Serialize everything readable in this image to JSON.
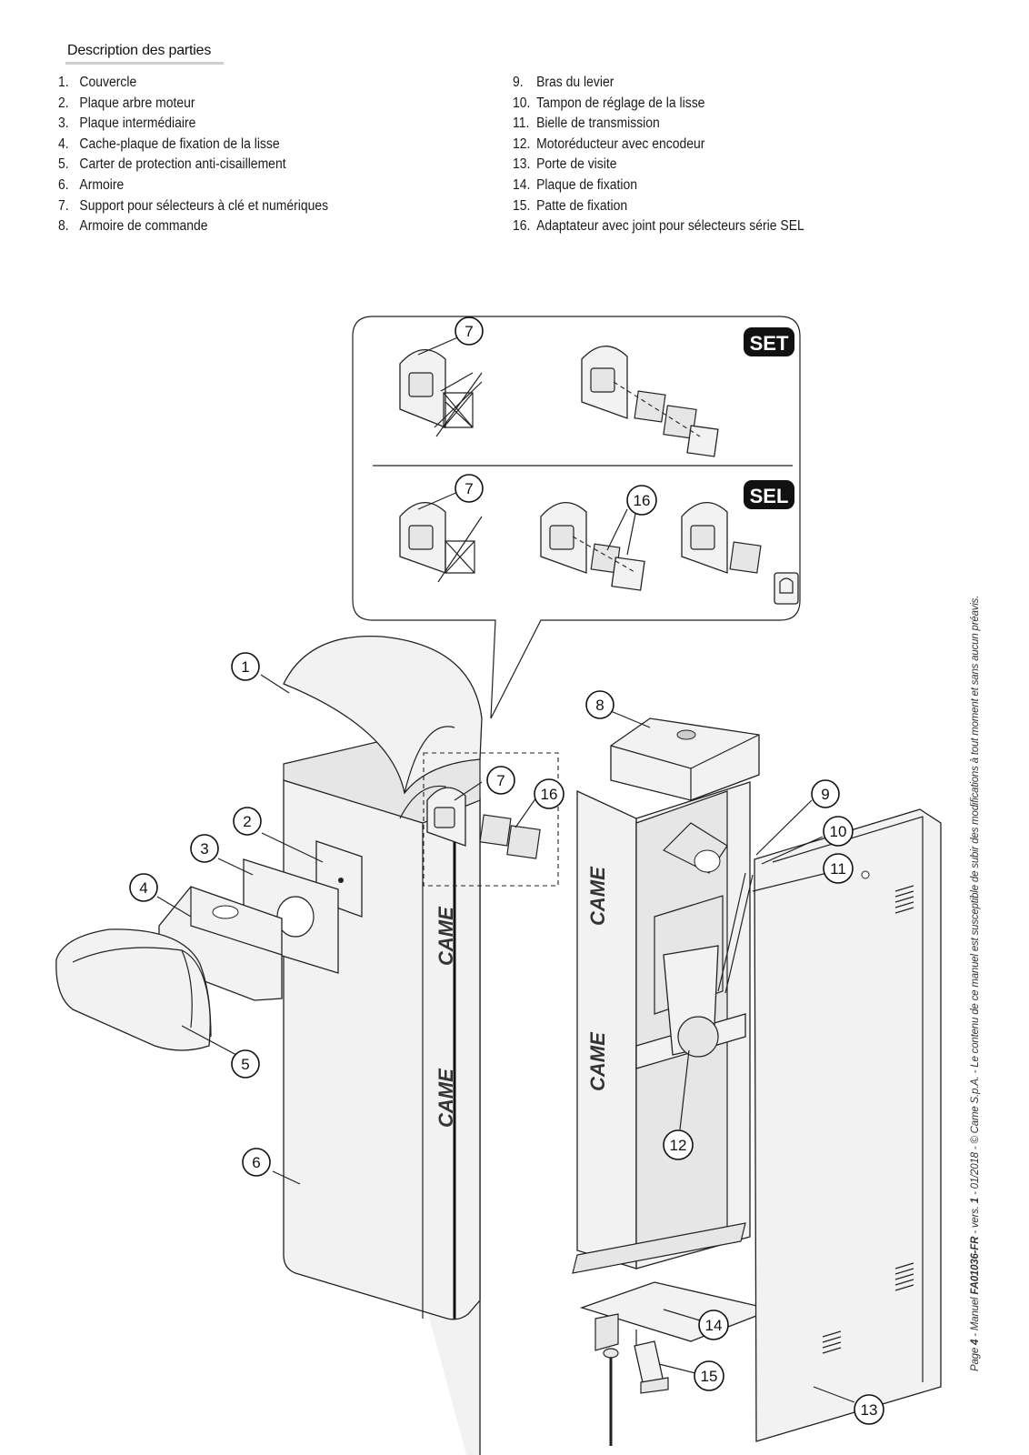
{
  "heading": "Description des parties",
  "parts_left": [
    {
      "num": "1.",
      "label": "Couvercle"
    },
    {
      "num": "2.",
      "label": "Plaque arbre moteur"
    },
    {
      "num": "3.",
      "label": "Plaque intermédiaire"
    },
    {
      "num": "4.",
      "label": "Cache-plaque de fixation de la lisse"
    },
    {
      "num": "5.",
      "label": "Carter de protection anti-cisaillement"
    },
    {
      "num": "6.",
      "label": "Armoire"
    },
    {
      "num": "7.",
      "label": "Support pour sélecteurs à clé et numériques"
    },
    {
      "num": "8.",
      "label": "Armoire de commande"
    }
  ],
  "parts_right": [
    {
      "num": "9.",
      "label": "Bras du levier"
    },
    {
      "num": "10.",
      "label": "Tampon de réglage de la lisse"
    },
    {
      "num": "11.",
      "label": "Bielle de transmission"
    },
    {
      "num": "12.",
      "label": "Motoréducteur avec encodeur"
    },
    {
      "num": "13.",
      "label": "Porte de visite"
    },
    {
      "num": "14.",
      "label": "Plaque de fixation"
    },
    {
      "num": "15.",
      "label": "Patte de fixation"
    },
    {
      "num": "16.",
      "label": "Adaptateur avec joint pour sélecteurs série SEL"
    }
  ],
  "diagram": {
    "badges": [
      "SET",
      "SEL"
    ],
    "brand_logo": "CAME",
    "callouts": [
      "1",
      "2",
      "3",
      "4",
      "5",
      "6",
      "7",
      "7",
      "7",
      "16",
      "16",
      "8",
      "9",
      "10",
      "11",
      "12",
      "13",
      "14",
      "15"
    ]
  },
  "footer": {
    "page_label": "Page ",
    "page_number": "4",
    "manual_prefix": " - Manuel ",
    "manual_code": "FA01036-FR",
    "version_prefix": " - vers. ",
    "version_number": "1",
    "rest": " - 01/2018 - © Came S.p.A. - Le contenu de ce manuel est susceptible de subir des modifications à tout moment et sans aucun préavis."
  }
}
